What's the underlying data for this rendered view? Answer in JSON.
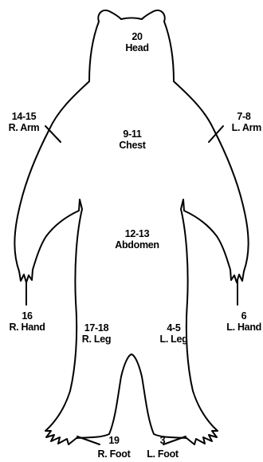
{
  "zones": {
    "head": {
      "roll": "20",
      "name": "Head"
    },
    "chest": {
      "roll": "9-11",
      "name": "Chest"
    },
    "abdomen": {
      "roll": "12-13",
      "name": "Abdomen"
    },
    "r_arm": {
      "roll": "14-15",
      "name": "R. Arm"
    },
    "l_arm": {
      "roll": "7-8",
      "name": "L. Arm"
    },
    "r_hand": {
      "roll": "16",
      "name": "R. Hand"
    },
    "l_hand": {
      "roll": "6",
      "name": "L. Hand"
    },
    "r_leg": {
      "roll": "17-18",
      "name": "R. Leg"
    },
    "l_leg": {
      "roll": "4-5",
      "name": "L. Leg"
    },
    "r_foot": {
      "roll": "19",
      "name": "R. Foot"
    },
    "l_foot": {
      "roll": "3",
      "name": "L. Foot"
    }
  }
}
